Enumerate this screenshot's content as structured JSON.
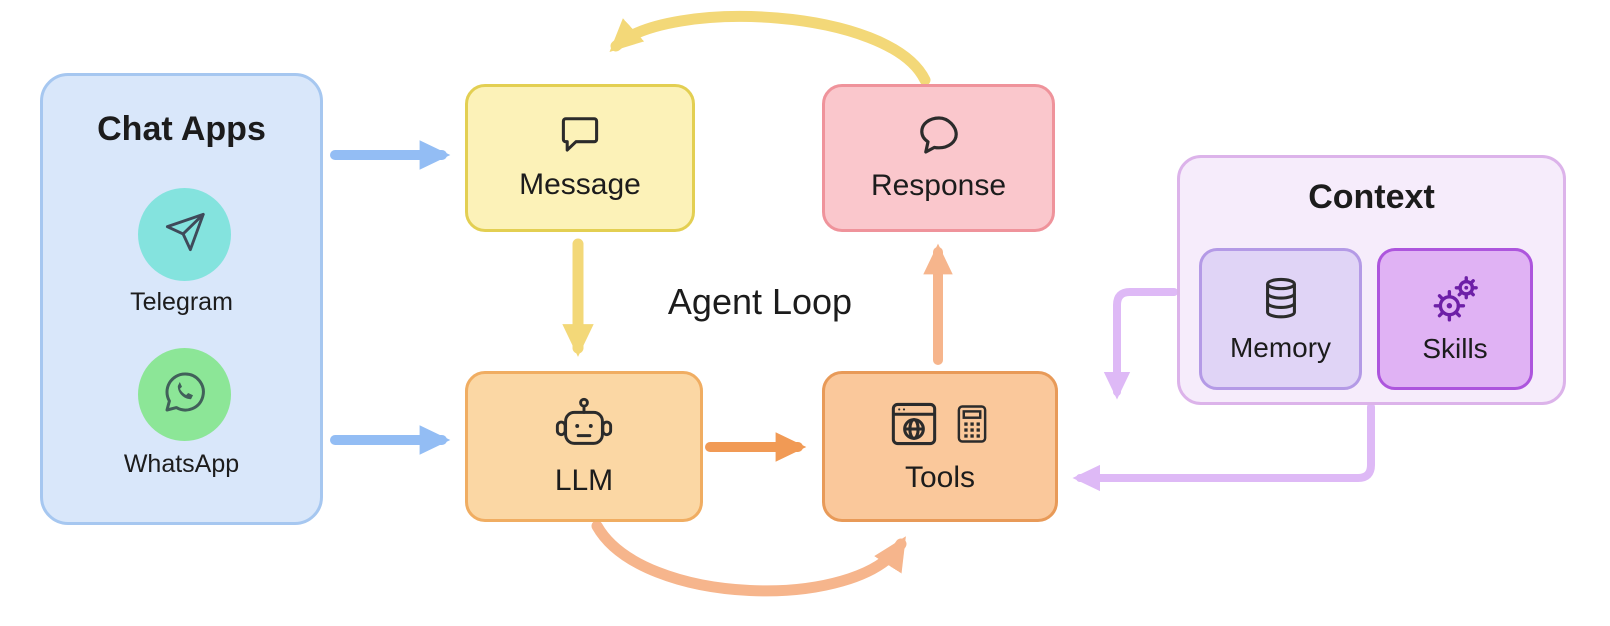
{
  "palette": {
    "chat_apps_bg": "#d9e7fa",
    "chat_apps_border": "#a6c7f0",
    "message_bg": "#fcf2b8",
    "message_border": "#e3cf52",
    "response_bg": "#fac7cc",
    "response_border": "#ef939b",
    "llm_bg": "#fbd7a4",
    "llm_border": "#f0ad62",
    "tools_bg": "#fac89b",
    "tools_border": "#e89a58",
    "context_bg": "#f6ecfb",
    "context_border": "#dcb3ea",
    "memory_bg": "#e0d4f6",
    "memory_border": "#b49ae6",
    "skills_bg": "#e0b2f4",
    "skills_border": "#ad55dd",
    "telegram_circle": "#84e3de",
    "whatsapp_circle": "#8ce697",
    "arrow_blue": "#93bdf4",
    "arrow_yellow": "#f3d878",
    "arrow_orange": "#f19a55",
    "arrow_peach": "#f6b58c",
    "arrow_purple": "#deb9f6"
  },
  "diagram": {
    "agent_loop_label": "Agent Loop",
    "chat_apps": {
      "title": "Chat Apps",
      "items": [
        {
          "label": "Telegram",
          "icon": "telegram-icon"
        },
        {
          "label": "WhatsApp",
          "icon": "whatsapp-icon"
        }
      ]
    },
    "nodes": {
      "message": {
        "label": "Message",
        "icon": "speech-bubble-square-icon"
      },
      "response": {
        "label": "Response",
        "icon": "speech-bubble-round-icon"
      },
      "llm": {
        "label": "LLM",
        "icon": "robot-icon"
      },
      "tools": {
        "label": "Tools",
        "icons": [
          "browser-icon",
          "calculator-icon"
        ]
      }
    },
    "context": {
      "title": "Context",
      "items": [
        {
          "label": "Memory",
          "icon": "database-icon"
        },
        {
          "label": "Skills",
          "icon": "gears-icon"
        }
      ]
    }
  }
}
